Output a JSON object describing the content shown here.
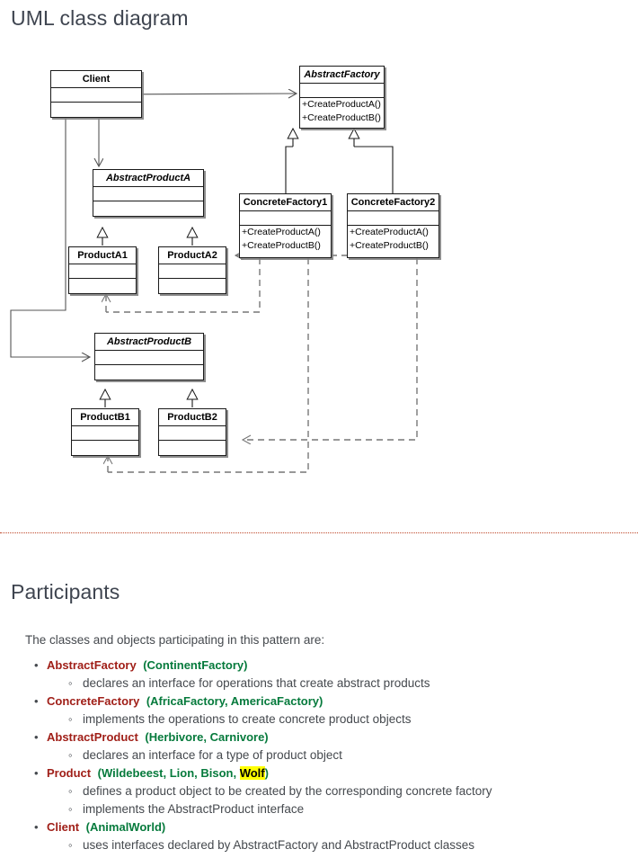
{
  "page": {
    "title": "UML class diagram",
    "section_title": "Participants",
    "intro": "The classes and objects participating in this pattern are:"
  },
  "colors": {
    "heading": "#3f4550",
    "class_name": "#a01f18",
    "example_name": "#067a3c",
    "highlight": "#ffff00",
    "divider": "#c0492b",
    "box_border": "#1a1a1a",
    "box_shadow": "#828282"
  },
  "diagram": {
    "boxes": [
      {
        "id": "client",
        "name": "Client",
        "abstract": false,
        "operations": []
      },
      {
        "id": "abstract-factory",
        "name": "AbstractFactory",
        "abstract": true,
        "operations": [
          "+CreateProductA()",
          "+CreateProductB()"
        ]
      },
      {
        "id": "concrete-factory-1",
        "name": "ConcreteFactory1",
        "abstract": false,
        "operations": [
          "+CreateProductA()",
          "+CreateProductB()"
        ]
      },
      {
        "id": "concrete-factory-2",
        "name": "ConcreteFactory2",
        "abstract": false,
        "operations": [
          "+CreateProductA()",
          "+CreateProductB()"
        ]
      },
      {
        "id": "abstract-product-a",
        "name": "AbstractProductA",
        "abstract": true,
        "operations": []
      },
      {
        "id": "product-a1",
        "name": "ProductA1",
        "abstract": false,
        "operations": []
      },
      {
        "id": "product-a2",
        "name": "ProductA2",
        "abstract": false,
        "operations": []
      },
      {
        "id": "abstract-product-b",
        "name": "AbstractProductB",
        "abstract": true,
        "operations": []
      },
      {
        "id": "product-b1",
        "name": "ProductB1",
        "abstract": false,
        "operations": []
      },
      {
        "id": "product-b2",
        "name": "ProductB2",
        "abstract": false,
        "operations": []
      }
    ],
    "relationships": [
      {
        "type": "association",
        "from": "Client",
        "to": "AbstractFactory"
      },
      {
        "type": "association",
        "from": "Client",
        "to": "AbstractProductA"
      },
      {
        "type": "association",
        "from": "Client",
        "to": "AbstractProductB"
      },
      {
        "type": "generalization",
        "from": "ConcreteFactory1",
        "to": "AbstractFactory"
      },
      {
        "type": "generalization",
        "from": "ConcreteFactory2",
        "to": "AbstractFactory"
      },
      {
        "type": "generalization",
        "from": "ProductA1",
        "to": "AbstractProductA"
      },
      {
        "type": "generalization",
        "from": "ProductA2",
        "to": "AbstractProductA"
      },
      {
        "type": "generalization",
        "from": "ProductB1",
        "to": "AbstractProductB"
      },
      {
        "type": "generalization",
        "from": "ProductB2",
        "to": "AbstractProductB"
      },
      {
        "type": "dependency",
        "from": "ConcreteFactory1",
        "to": "ProductA1"
      },
      {
        "type": "dependency",
        "from": "ConcreteFactory1",
        "to": "ProductB1"
      },
      {
        "type": "dependency",
        "from": "ConcreteFactory2",
        "to": "ProductA2"
      },
      {
        "type": "dependency",
        "from": "ConcreteFactory2",
        "to": "ProductB2"
      }
    ]
  },
  "participants": [
    {
      "name": "AbstractFactory",
      "examples": "(ContinentFactory)",
      "examples_parts": [
        {
          "text": "(ContinentFactory)",
          "highlight": false
        }
      ],
      "details": [
        "declares an interface for operations that create abstract products"
      ]
    },
    {
      "name": "ConcreteFactory",
      "examples": "(AfricaFactory, AmericaFactory)",
      "examples_parts": [
        {
          "text": "(AfricaFactory, AmericaFactory)",
          "highlight": false
        }
      ],
      "details": [
        "implements the operations to create concrete product objects"
      ]
    },
    {
      "name": "AbstractProduct",
      "examples": "(Herbivore, Carnivore)",
      "examples_parts": [
        {
          "text": "(Herbivore, Carnivore)",
          "highlight": false
        }
      ],
      "details": [
        "declares an interface for a type of product object"
      ]
    },
    {
      "name": "Product",
      "examples": "(Wildebeest, Lion, Bison, Wolf)",
      "examples_parts": [
        {
          "text": "(Wildebeest, Lion, Bison, ",
          "highlight": false
        },
        {
          "text": "Wolf",
          "highlight": true
        },
        {
          "text": ")",
          "highlight": false
        }
      ],
      "details": [
        "defines a product object to be created by the corresponding concrete factory",
        "implements the AbstractProduct interface"
      ]
    },
    {
      "name": "Client",
      "examples": "(AnimalWorld)",
      "examples_parts": [
        {
          "text": "(AnimalWorld)",
          "highlight": false
        }
      ],
      "details": [
        "uses interfaces declared by AbstractFactory and AbstractProduct classes"
      ]
    }
  ]
}
